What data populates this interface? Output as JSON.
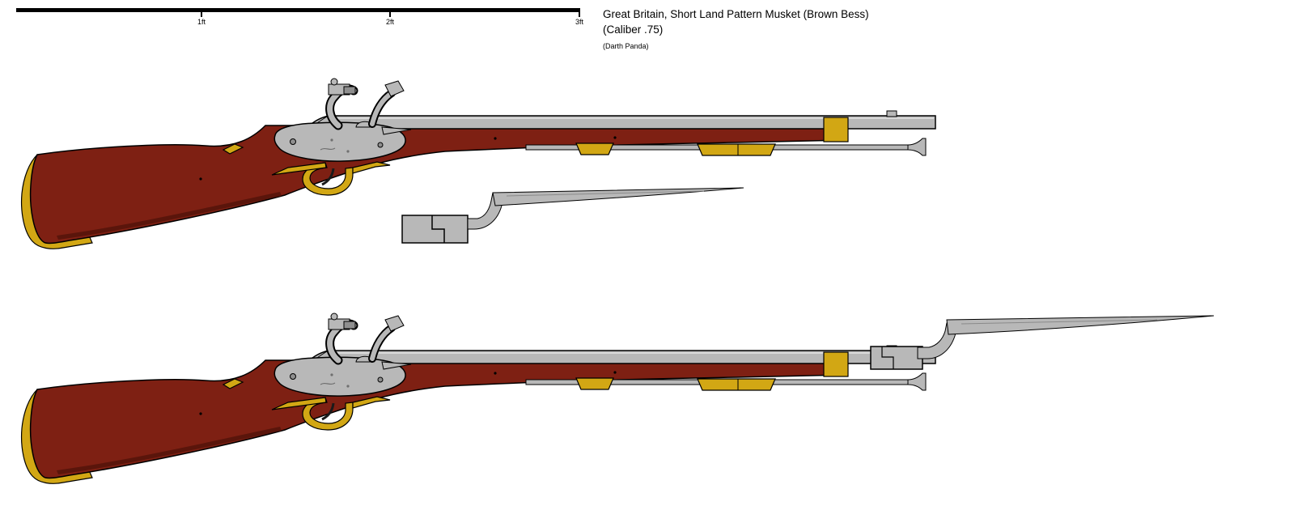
{
  "page": {
    "background_color": "#FFFFFF"
  },
  "title_block": {
    "line1": "Great Britain, Short Land Pattern Musket (Brown Bess)",
    "line2": "(Caliber .75)",
    "line3": "(Darth Panda)"
  },
  "scale_bar": {
    "tick_labels": [
      "1ft",
      "2ft",
      "3ft"
    ],
    "bar_color": "#000000"
  },
  "illustration": {
    "description": "Two side-view drawings of a flintlock musket: top view without bayonet with a detached socket bayonet drawn beneath the barrel, bottom view with the socket bayonet fixed on the muzzle.",
    "colors": {
      "stock_wood": "#7E2013",
      "stock_shadow": "#5A150B",
      "metal_gray": "#B8B8B8",
      "brass_fittings": "#D2A714",
      "outline": "#000000"
    }
  }
}
